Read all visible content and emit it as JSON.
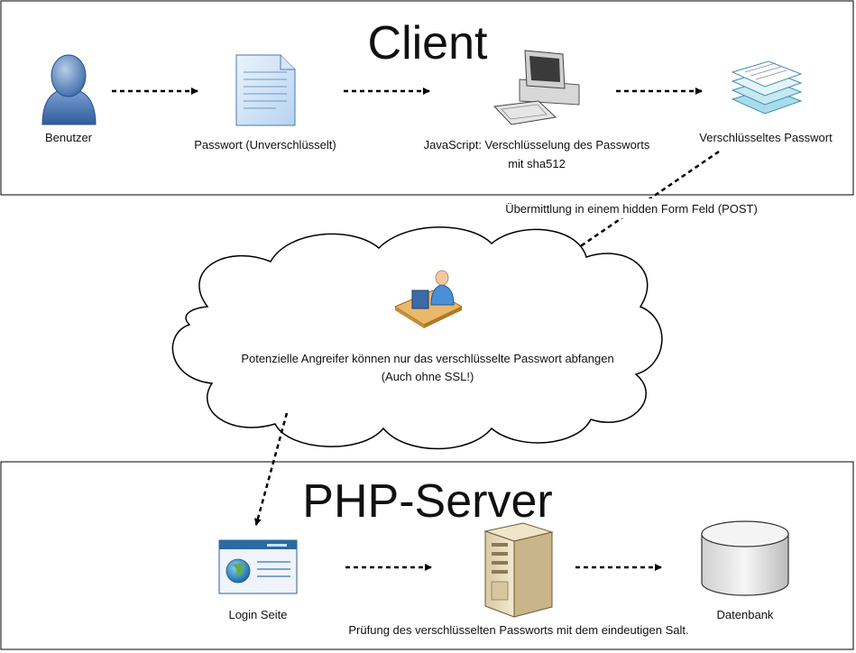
{
  "client": {
    "title": "Client",
    "nodes": {
      "user": "Benutzer",
      "password_plain": "Passwort (Unverschlüsselt)",
      "js_line1": "JavaScript: Verschlüsselung des Passworts",
      "js_line2": "mit sha512",
      "password_encrypted": "Verschlüsseltes Passwort"
    }
  },
  "transfer_label": "Übermittlung in einem hidden Form Feld (POST)",
  "cloud": {
    "line1": "Potenzielle Angreifer können nur das verschlüsselte Passwort abfangen",
    "line2": "(Auch ohne SSL!)"
  },
  "server": {
    "title": "PHP-Server",
    "nodes": {
      "login": "Login Seite",
      "check": "Prüfung des verschlüsselten Passworts mit dem eindeutigen Salt.",
      "database": "Datenbank"
    }
  },
  "icons": [
    "user-icon",
    "document-icon",
    "computer-icon",
    "stacked-papers-icon",
    "attacker-icon",
    "web-page-icon",
    "server-icon",
    "database-icon"
  ]
}
